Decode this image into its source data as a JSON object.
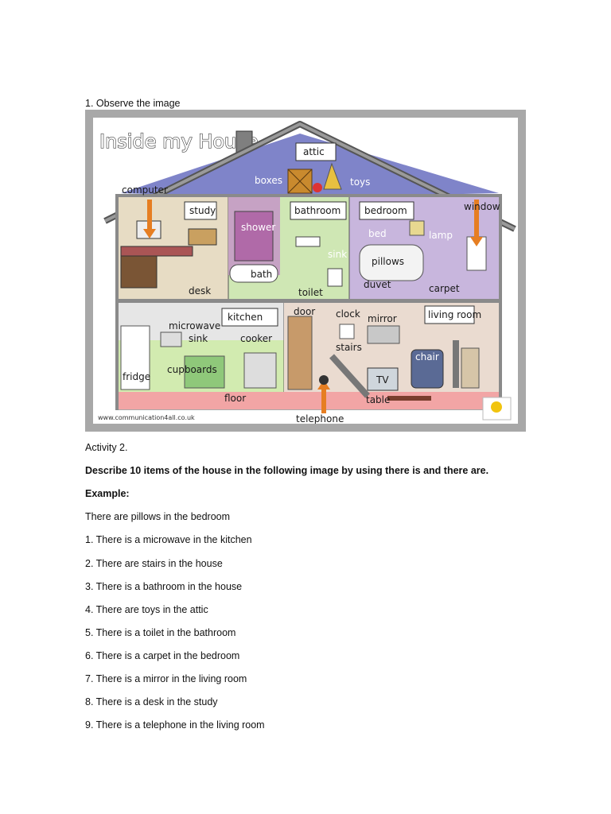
{
  "heading": "1. Observe the image",
  "figure": {
    "title": "Inside my House",
    "credit": "www.communication4all.co.uk",
    "labels": {
      "attic": "attic",
      "boxes": "boxes",
      "toys": "toys",
      "computer": "computer",
      "study": "study",
      "shower": "shower",
      "bathroom": "bathroom",
      "sink_bath": "sink",
      "bedroom": "bedroom",
      "bed": "bed",
      "lamp": "lamp",
      "window": "window",
      "pillows": "pillows",
      "duvet": "duvet",
      "carpet": "carpet",
      "desk": "desk",
      "bath": "bath",
      "toilet": "toilet",
      "kitchen": "kitchen",
      "microwave": "microwave",
      "sink_kitchen": "sink",
      "cooker": "cooker",
      "cupboards": "cupboards",
      "fridge": "fridge",
      "floor": "floor",
      "door": "door",
      "clock": "clock",
      "mirror": "mirror",
      "living_room": "living room",
      "stairs": "stairs",
      "tv": "TV",
      "chair": "chair",
      "table": "table",
      "telephone": "telephone"
    }
  },
  "activity": {
    "title": "Activity 2.",
    "instruction": "Describe 10 items of the house in the following image by using there is and there are.",
    "example_label": "Example:",
    "example": "There are pillows in the bedroom",
    "items": [
      "1. There is a microwave in the kitchen",
      "2. There are stairs in the house",
      "3. There is a bathroom in the house",
      "4. There are toys in the attic",
      "5. There is a toilet in the bathroom",
      "6. There is a carpet in the bedroom",
      "7. There is a mirror in the living room",
      "8. There is a desk in the study",
      "9. There is a telephone in the living room"
    ]
  }
}
